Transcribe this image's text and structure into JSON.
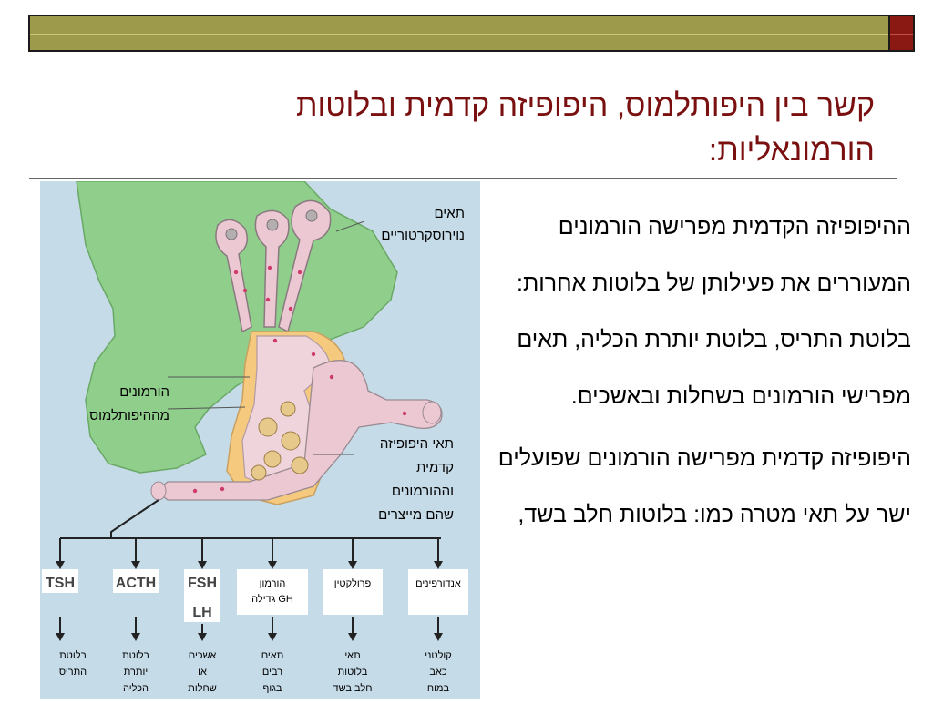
{
  "slide": {
    "title": "קשר בין היפותלמוס, היפופיזה קדמית ובלוטות הורמונאליות:",
    "paragraphs": [
      "ההיפופיזה הקדמית מפרישה הורמונים המעוררים את פעילותן של בלוטות אחרות: בלוטת התריס, בלוטת יותרת הכליה, תאים מפרישי הורמונים בשחלות ובאשכים.",
      "היפופיזה קדמית מפרישה הורמונים שפועלים ישר על תאי מטרה כמו: בלוטות חלב בשד,"
    ],
    "colors": {
      "title": "#7a0f0f",
      "olive_bar": "#9e9a4c",
      "red_block": "#8a1914",
      "figure_bg": "#c5dbe8"
    }
  },
  "diagram": {
    "labels": {
      "neurosecretory": [
        "תאים",
        "נוירוסקרטוריים"
      ],
      "hypothalamus_hormones": [
        "הורמונים",
        "מההיפותלמוס"
      ],
      "pituitary_cells": [
        "תאי היפופיזה",
        "קדמית",
        "וההורמונים",
        "שהם מייצרים"
      ]
    },
    "hormones": [
      {
        "lines": [
          "TSH"
        ]
      },
      {
        "lines": [
          "ACTH"
        ]
      },
      {
        "lines": [
          "FSH",
          "LH"
        ]
      },
      {
        "lines": [
          "הורמון",
          "גדילה GH"
        ]
      },
      {
        "lines": [
          "פרולקטין"
        ]
      },
      {
        "lines": [
          "אנדורפינים"
        ]
      }
    ],
    "targets": [
      {
        "lines": [
          "בלוטת",
          "התריס"
        ]
      },
      {
        "lines": [
          "בלוטת",
          "יותרת",
          "הכליה"
        ]
      },
      {
        "lines": [
          "אשכים",
          "או",
          "שחלות"
        ]
      },
      {
        "lines": [
          "תאים",
          "רבים",
          "בגוף"
        ]
      },
      {
        "lines": [
          "תאי",
          "בלוטות",
          "חלב בשד"
        ]
      },
      {
        "lines": [
          "קולטני",
          "כאב",
          "במוח"
        ]
      }
    ]
  }
}
